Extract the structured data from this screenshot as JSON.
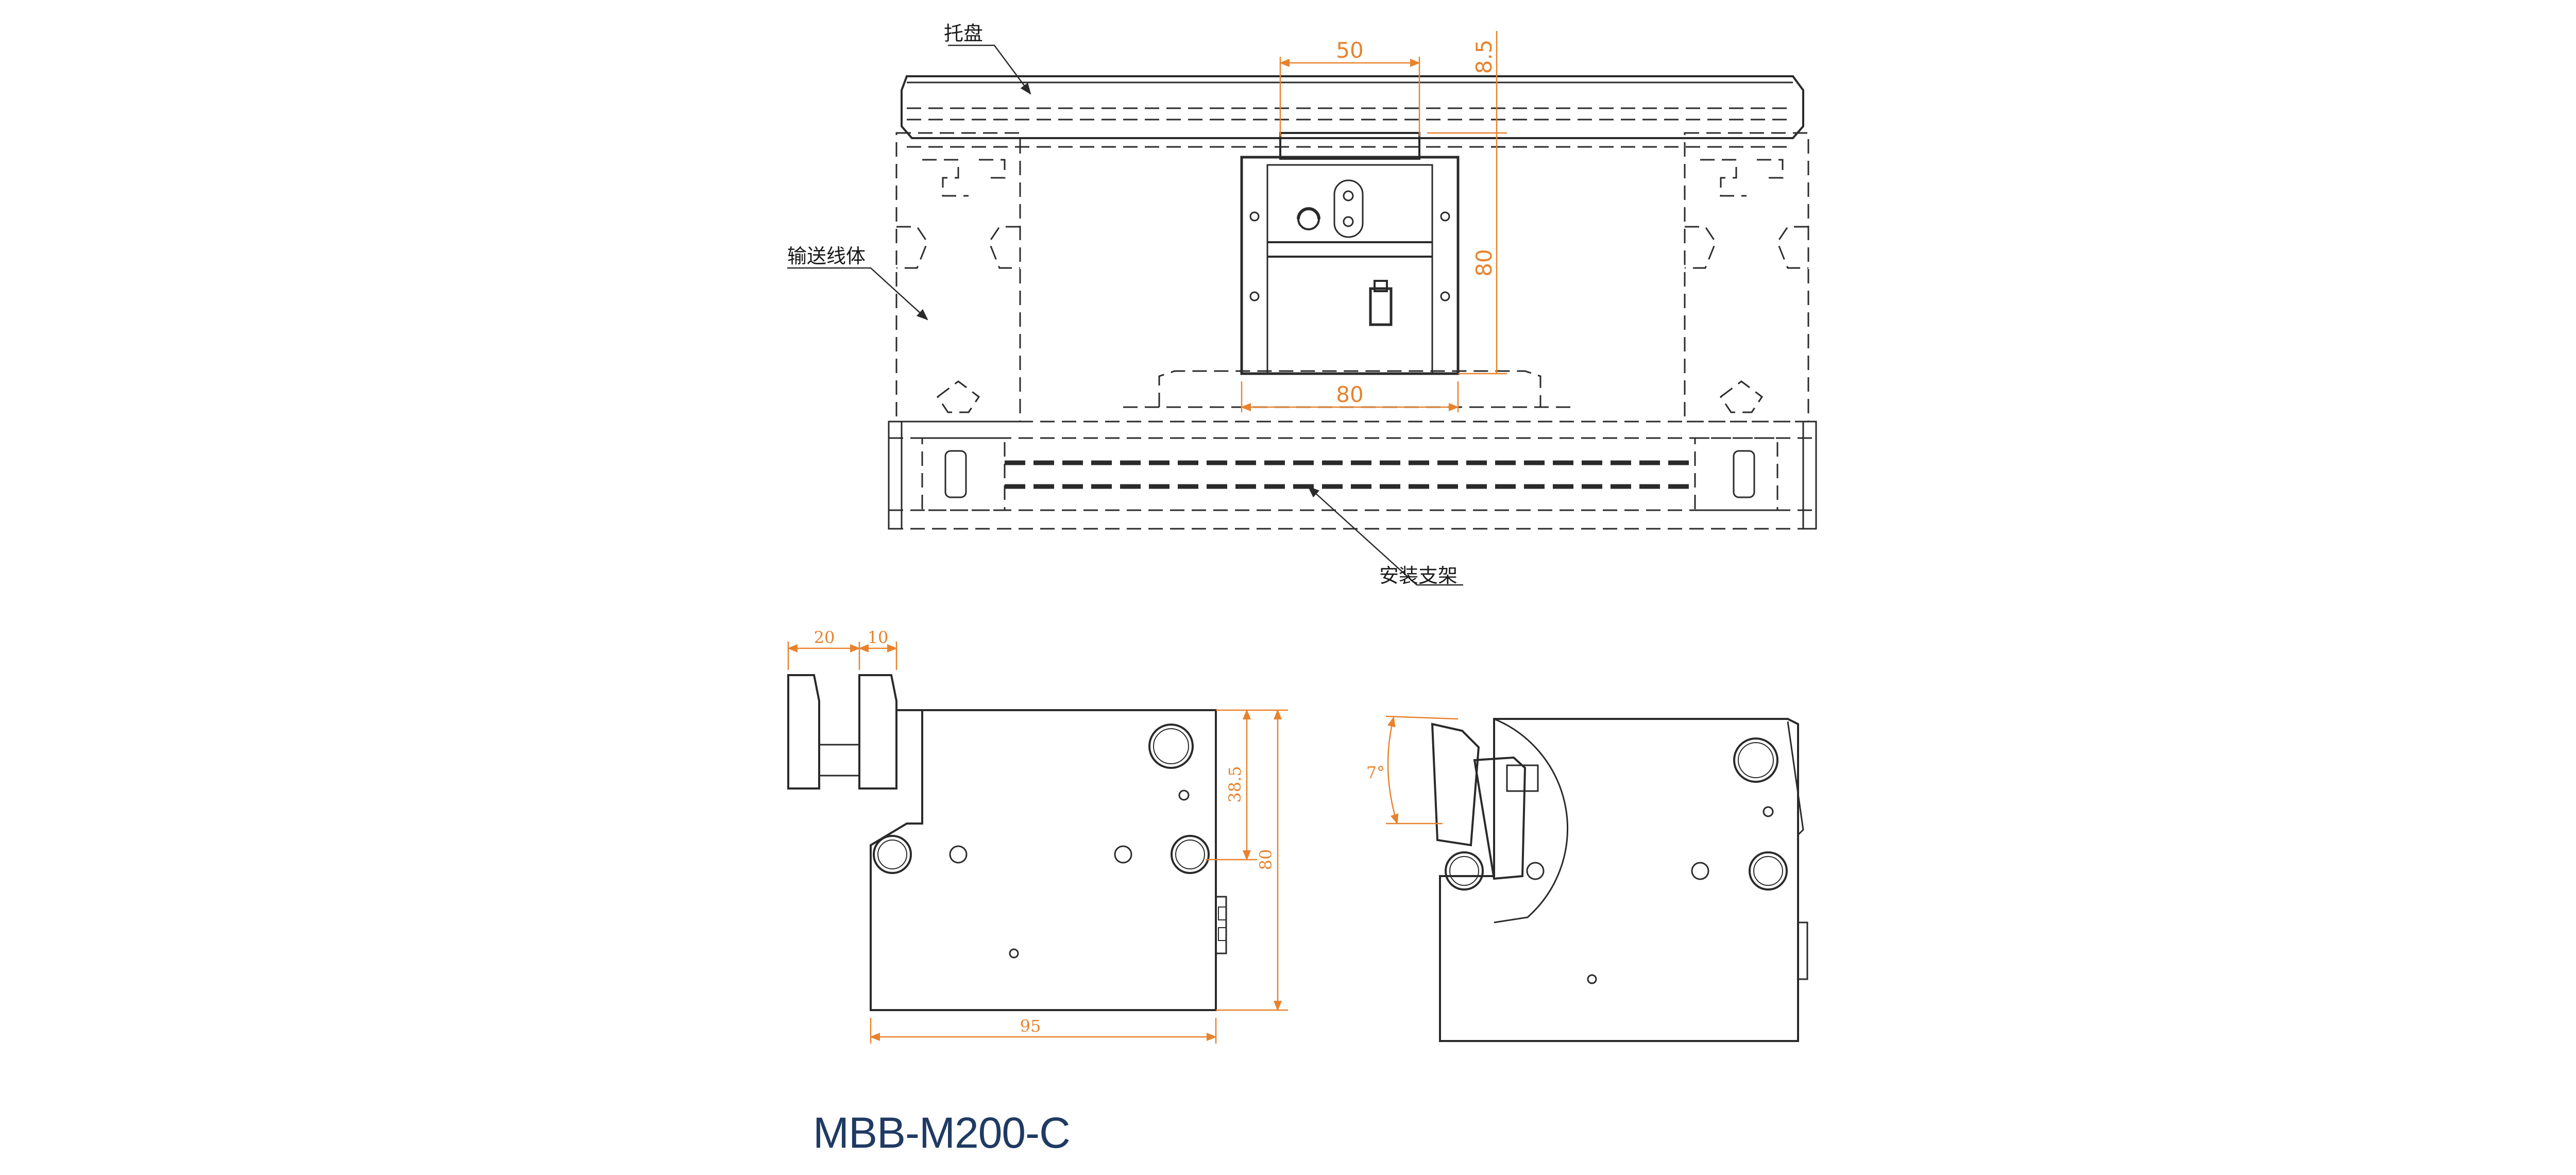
{
  "labels": {
    "tray": "托盘",
    "conveyor_body": "输送线体",
    "mounting_bracket": "安装支架"
  },
  "dimensions": {
    "top_width": "50",
    "top_offset": "8.5",
    "top_height": "80",
    "base_width": "80",
    "side_a": "20",
    "side_b": "10",
    "side_upper": "38.5",
    "side_height": "80",
    "side_length": "95",
    "tilt_angle": "7°"
  },
  "model": "MBB-M200-C",
  "colors": {
    "line": "#2a2a2a",
    "dim": "#e8822d",
    "model": "#1f3a63"
  }
}
